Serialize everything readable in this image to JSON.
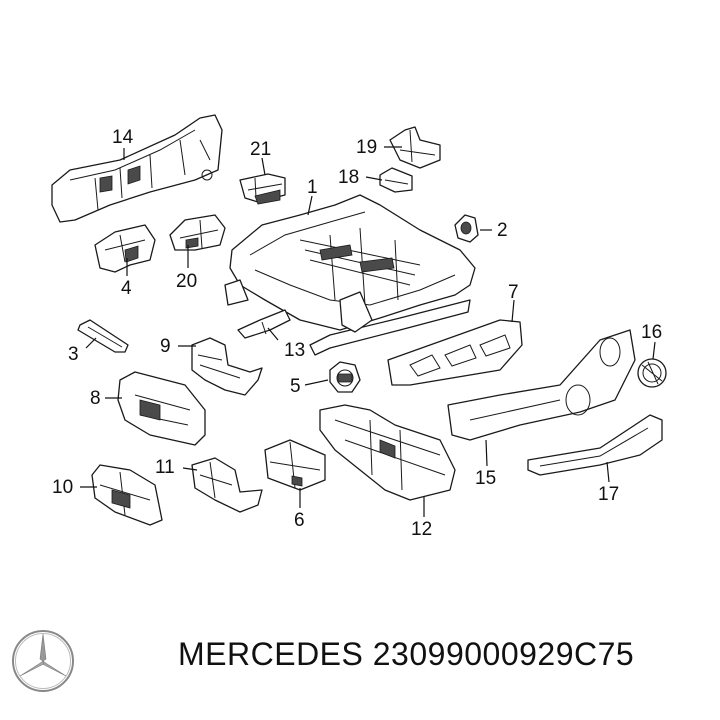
{
  "footer": {
    "brand": "MERCEDES",
    "part_number": "23099000929C75",
    "logo_icon": "mercedes-star-icon"
  },
  "callouts": [
    "1",
    "2",
    "3",
    "4",
    "5",
    "6",
    "7",
    "8",
    "9",
    "10",
    "11",
    "12",
    "13",
    "14",
    "15",
    "16",
    "17",
    "18",
    "19",
    "20",
    "21"
  ],
  "colors": {
    "line": "#1a1a1a",
    "background": "#ffffff"
  }
}
